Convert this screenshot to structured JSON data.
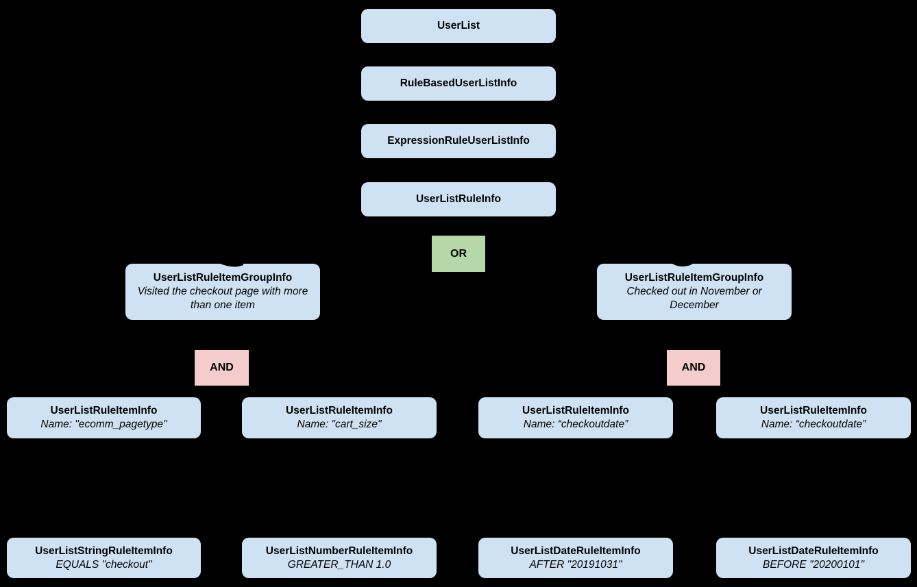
{
  "diagram": {
    "background": "#000000",
    "colors": {
      "node_fill": "#cfe2f3",
      "or_fill": "#b6d7a8",
      "and_fill": "#f4cccc",
      "text": "#000000"
    },
    "nodes": {
      "userList": {
        "title": "UserList"
      },
      "ruleBasedUserListInfo": {
        "title": "RuleBasedUserListInfo"
      },
      "expressionRuleUserListInfo": {
        "title": "ExpressionRuleUserListInfo"
      },
      "userListRuleInfo": {
        "title": "UserListRuleInfo"
      },
      "orOperator": {
        "label": "OR"
      },
      "groupLeft": {
        "title": "UserListRuleItemGroupInfo",
        "description": "Visited the checkout page with more than one item"
      },
      "groupRight": {
        "title": "UserListRuleItemGroupInfo",
        "description": "Checked out in November or December"
      },
      "andLeft": {
        "label": "AND"
      },
      "andRight": {
        "label": "AND"
      },
      "ruleItem1": {
        "title": "UserListRuleItemInfo",
        "description": "Name: \"ecomm_pagetype\""
      },
      "ruleItem2": {
        "title": "UserListRuleItemInfo",
        "description": "Name: \"cart_size\""
      },
      "ruleItem3": {
        "title": "UserListRuleItemInfo",
        "description": "Name: “checkoutdate”"
      },
      "ruleItem4": {
        "title": "UserListRuleItemInfo",
        "description": "Name: “checkoutdate”"
      },
      "operand1": {
        "title": "UserListStringRuleItemInfo",
        "description": "EQUALS \"checkout\""
      },
      "operand2": {
        "title": "UserListNumberRuleItemInfo",
        "description": "GREATER_THAN 1.0"
      },
      "operand3": {
        "title": "UserListDateRuleItemInfo",
        "description": "AFTER \"20191031\""
      },
      "operand4": {
        "title": "UserListDateRuleItemInfo",
        "description": "BEFORE \"20200101\""
      }
    }
  }
}
